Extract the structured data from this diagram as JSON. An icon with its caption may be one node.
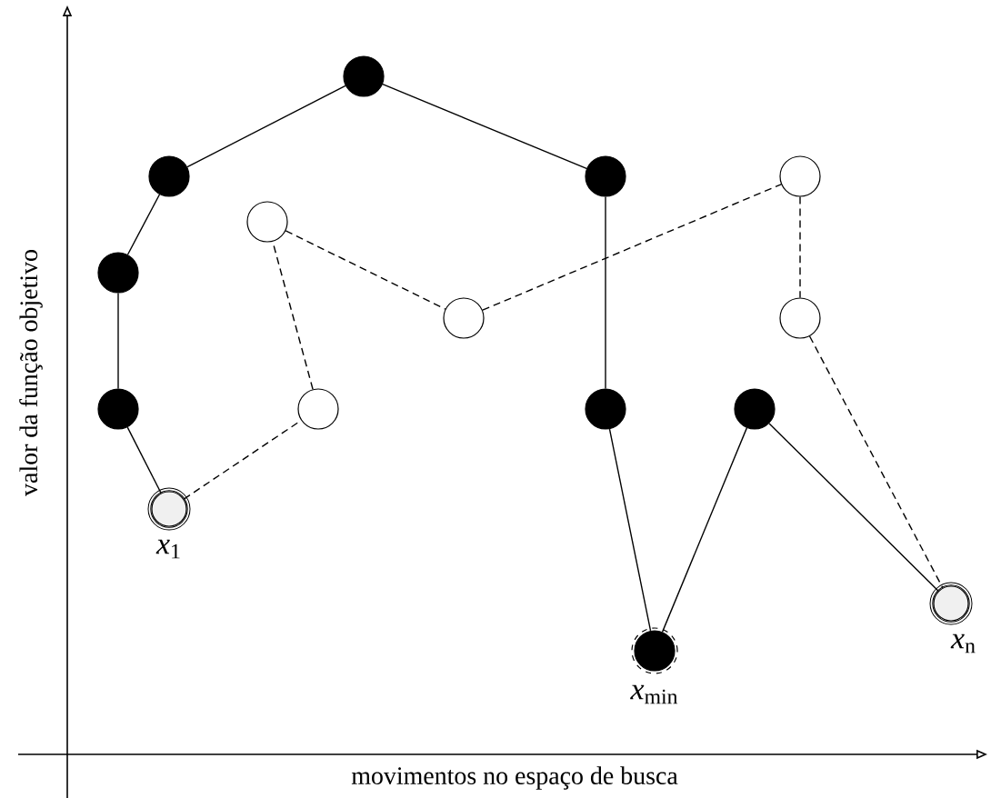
{
  "diagram": {
    "nodes": [
      {
        "text": [],
        "shape": "circle"
      },
      {
        "text": [],
        "shape": "circle"
      },
      {
        "text": [],
        "shape": "circle"
      },
      {
        "text": [],
        "shape": "circle"
      },
      {
        "text": [],
        "shape": "circle"
      },
      {
        "text": [],
        "shape": "circle"
      },
      {
        "text": [],
        "shape": "circle"
      },
      {
        "text": [],
        "shape": "circle"
      },
      {
        "text": [],
        "shape": "circle"
      },
      {
        "text": [],
        "shape": "circle"
      },
      {
        "text": [],
        "shape": "circle"
      },
      {
        "text": [],
        "shape": "circle"
      },
      {
        "text": [],
        "shape": "circle",
        "beside": [
          "*x*$_{1}$"
        ]
      },
      {
        "text": [],
        "shape": "circle",
        "beside": [
          "*x*$_{n}$"
        ]
      },
      {
        "text": [],
        "shape": "circle",
        "beside": [
          "*x*$_{min}$"
        ]
      }
    ],
    "edges": [
      {
        "from": 12,
        "to": 8,
        "arrow": "none"
      },
      {
        "from": 8,
        "to": 5,
        "arrow": "none"
      },
      {
        "from": 5,
        "to": 1,
        "arrow": "none"
      },
      {
        "from": 1,
        "to": 0,
        "arrow": "none"
      },
      {
        "from": 0,
        "to": 2,
        "arrow": "none"
      },
      {
        "from": 2,
        "to": 10,
        "arrow": "none"
      },
      {
        "from": 10,
        "to": 14,
        "arrow": "none"
      },
      {
        "from": 14,
        "to": 11,
        "arrow": "none"
      },
      {
        "from": 11,
        "to": 13,
        "arrow": "none"
      },
      {
        "from": 12,
        "to": 9,
        "arrow": "none",
        "style": "dashed"
      },
      {
        "from": 9,
        "to": 4,
        "arrow": "none",
        "style": "dashed"
      },
      {
        "from": 4,
        "to": 6,
        "arrow": "none",
        "style": "dashed"
      },
      {
        "from": 6,
        "to": 3,
        "arrow": "none",
        "style": "dashed"
      },
      {
        "from": 3,
        "to": 7,
        "arrow": "none",
        "style": "dashed"
      },
      {
        "from": 7,
        "to": 13,
        "arrow": "none",
        "style": "dashed"
      }
    ],
    "labels": [
      "valor da função objetivo",
      "movimentos no espaço de busca"
    ]
  }
}
